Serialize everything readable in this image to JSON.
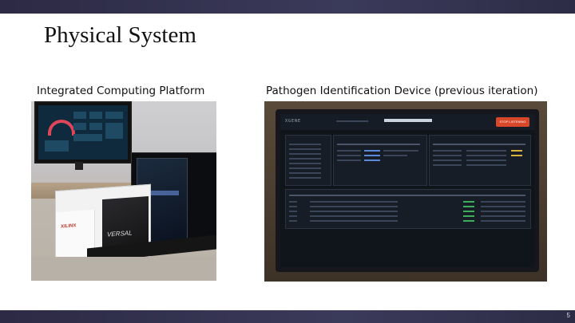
{
  "slide": {
    "title": "Physical System",
    "page_number": "5"
  },
  "left_panel": {
    "caption": "Integrated Computing Platform",
    "photo": {
      "box_brand": "XILINX",
      "box_product": "VERSAL"
    }
  },
  "right_panel": {
    "caption": "Pathogen Identification Device (previous iteration)",
    "photo": {
      "app_brand": "XGENE",
      "stop_button": "STOP LISTENING"
    }
  },
  "colors": {
    "bar": "#34334f",
    "stop_button": "#d8472a",
    "screen_bg": "#10141b"
  }
}
